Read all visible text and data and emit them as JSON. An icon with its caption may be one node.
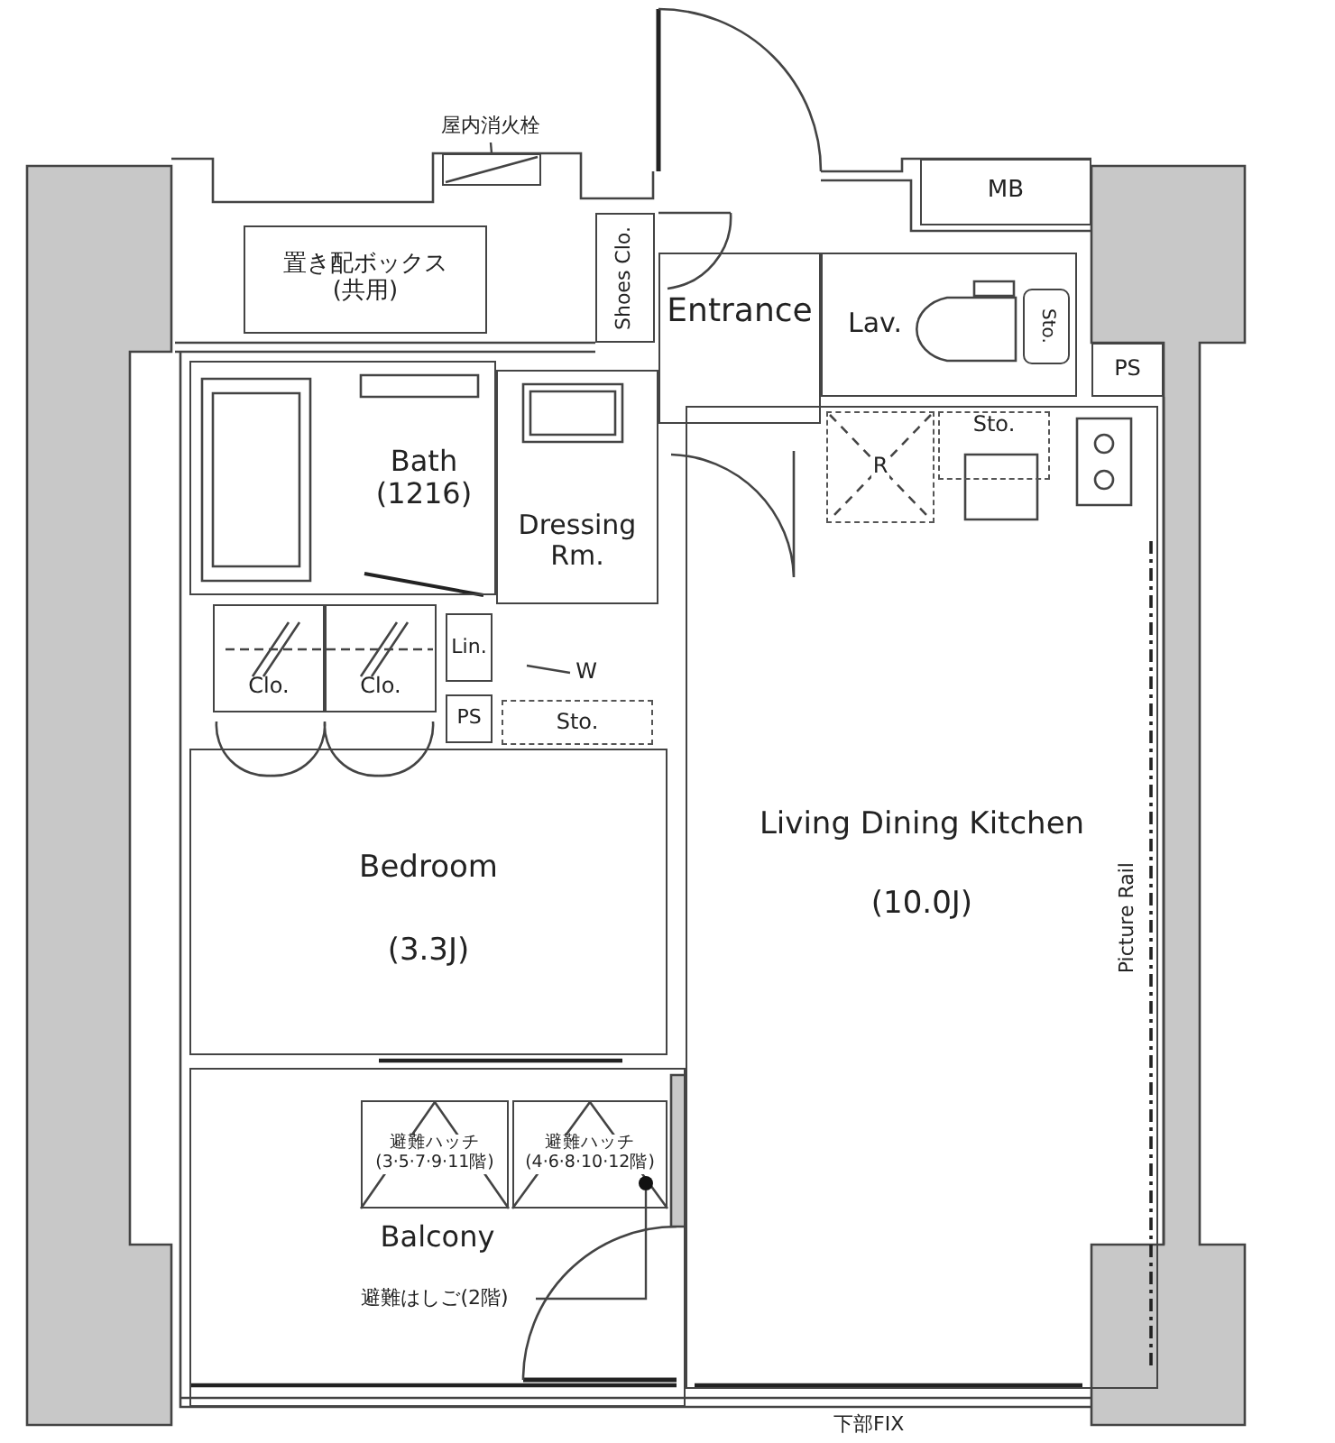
{
  "diagram": {
    "nodes": [
      {
        "text": [
          "置き配ボックス",
          "(共用)"
        ]
      },
      {
        "text": [
          "屋内消火栓"
        ]
      },
      {
        "text": [],
        "shape": "box"
      },
      {
        "text": [
          "Shoes Clo."
        ]
      },
      {
        "text": [
          "Entrance"
        ]
      },
      {
        "text": [
          "Lav."
        ]
      },
      {
        "text": [
          "MB"
        ]
      },
      {
        "text": [
          "PS"
        ]
      },
      {
        "text": [
          "Bath",
          "(1216)"
        ]
      },
      {
        "text": [
          "Dressing Rm."
        ]
      },
      {
        "text": [
          "Clo."
        ]
      },
      {
        "text": [
          "Clo."
        ]
      },
      {
        "text": [
          "Lin."
        ]
      },
      {
        "text": [
          "PS"
        ]
      },
      {
        "text": [
          "W"
        ]
      },
      {
        "text": [
          "Sto."
        ]
      },
      {
        "text": [
          "Sto."
        ],
        "in": 5
      },
      {
        "text": [
          "R"
        ],
        "in": 20
      },
      {
        "text": [
          "Sto."
        ],
        "in": 20
      },
      {
        "text": [
          "Bedroom",
          "(3.3J)"
        ]
      },
      {
        "text": [
          "Living Dining Kitchen",
          "(10.0J)"
        ]
      },
      {
        "text": [
          "Balcony"
        ]
      },
      {
        "text": [
          "避難ハッチ",
          "(3·5·7·9·11階)"
        ],
        "in": 21
      },
      {
        "text": [
          "避難ハッチ",
          "(4·6·8·10·12階)"
        ],
        "in": 21
      },
      {
        "text": [
          "避難はしご(2階)"
        ],
        "in": 21
      },
      {
        "text": [],
        "shape": "circle",
        "in": 23
      }
    ],
    "edges": [
      {
        "from": 1,
        "to": 2,
        "arrow": "none"
      },
      {
        "from": 14,
        "to": null,
        "arrow": "none"
      },
      {
        "from": 24,
        "to": 25,
        "arrow": "none"
      }
    ],
    "labels": [
      "Picture Rail",
      "下部FIX"
    ]
  }
}
